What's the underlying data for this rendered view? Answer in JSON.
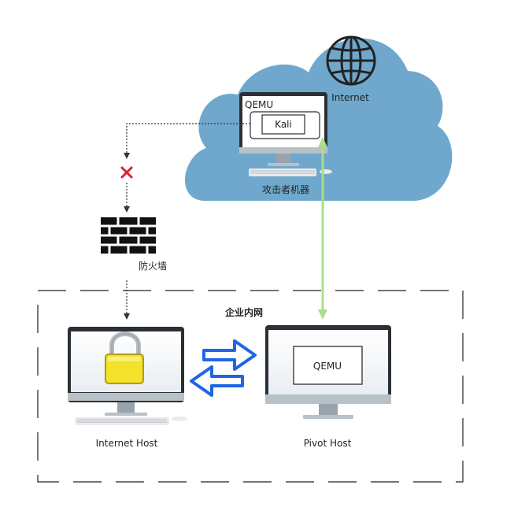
{
  "labels": {
    "internet": "Internet",
    "qemu_top": "QEMU",
    "kali": "Kali",
    "attacker": "攻击者机器",
    "firewall": "防火墙",
    "intranet": "企业内网",
    "qemu_pivot": "QEMU",
    "internet_host": "Internet Host",
    "pivot_host": "Pivot Host"
  },
  "icons": {
    "globe": "globe-icon",
    "blocked": "x-mark-icon",
    "firewall": "brick-wall-icon",
    "lock": "padlock-icon",
    "sync": "bidirectional-arrows-icon"
  },
  "colors": {
    "cloud": "#6fa8cc",
    "green_link": "#a8df8a",
    "blue_arrows": "#1e66e6",
    "blocked_mark": "#e0202a",
    "lock_body": "#f3e12a",
    "monitor_frame": "#2b2f36",
    "stand": "#9aa3ad"
  }
}
